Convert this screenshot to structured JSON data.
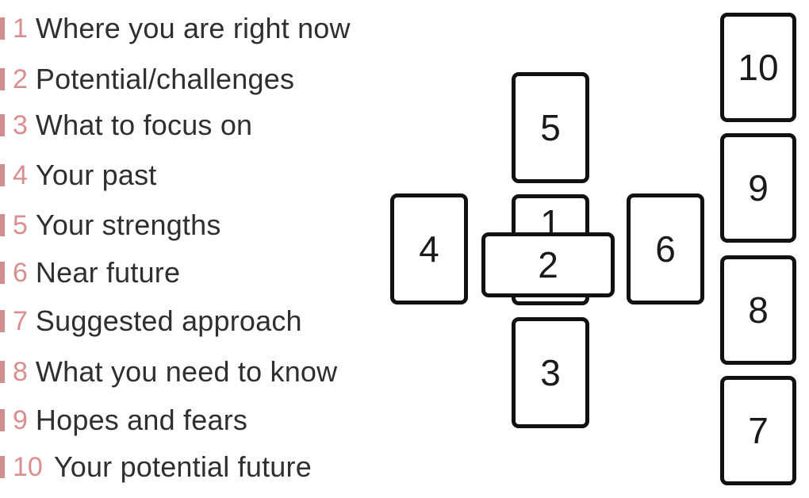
{
  "colors": {
    "accent": "#d98f8f",
    "tick": "#cf8f8f",
    "text": "#2f2f2f",
    "card_border": "#111111"
  },
  "positions": [
    {
      "number": "1",
      "label": "Where you are right now"
    },
    {
      "number": "2",
      "label": "Potential/challenges"
    },
    {
      "number": "3",
      "label": "What to focus on"
    },
    {
      "number": "4",
      "label": "Your past"
    },
    {
      "number": "5",
      "label": "Your strengths"
    },
    {
      "number": "6",
      "label": "Near future"
    },
    {
      "number": "7",
      "label": "Suggested approach"
    },
    {
      "number": "8",
      "label": "What you need to know"
    },
    {
      "number": "9",
      "label": "Hopes and fears"
    },
    {
      "number": "10",
      "label": "Your potential future"
    }
  ],
  "cards": [
    "1",
    "2",
    "3",
    "4",
    "5",
    "6",
    "7",
    "8",
    "9",
    "10"
  ]
}
